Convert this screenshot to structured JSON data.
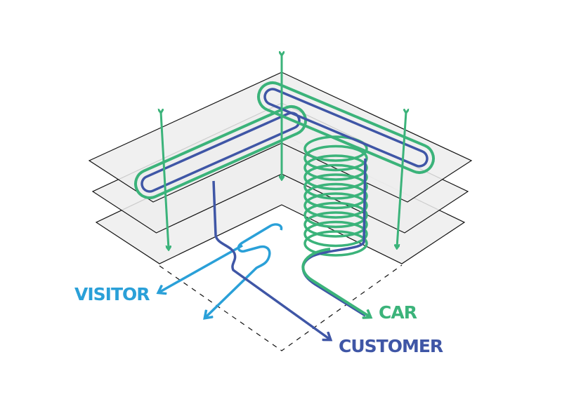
{
  "labels": {
    "visitor": "VISITOR",
    "car": "CAR",
    "customer": "CUSTOMER"
  },
  "colors": {
    "car": "#3bb37a",
    "customer": "#3f56a6",
    "visitor": "#2aa0d8",
    "plane_fill": "#ededed",
    "plane_stroke": "#111111"
  },
  "levels": 3
}
